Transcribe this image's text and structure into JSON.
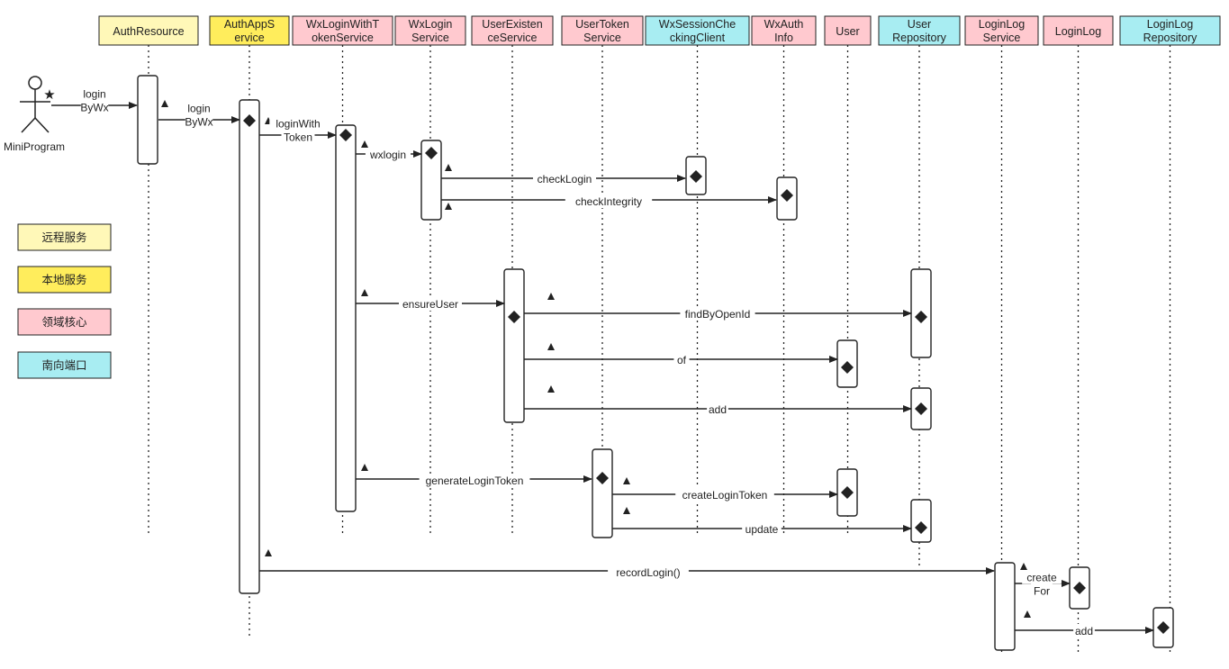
{
  "colors": {
    "remote": "#fff8b8",
    "local": "#ffed5c",
    "domain": "#ffc9cf",
    "port": "#a8edf2",
    "stroke": "#222222"
  },
  "participants": [
    {
      "id": "authResource",
      "lines": [
        "AuthResource"
      ],
      "kind": "remote"
    },
    {
      "id": "authAppService",
      "lines": [
        "AuthAppS",
        "ervice"
      ],
      "kind": "local"
    },
    {
      "id": "wxLoginWithTokenService",
      "lines": [
        "WxLoginWithT",
        "okenService"
      ],
      "kind": "domain"
    },
    {
      "id": "wxLoginService",
      "lines": [
        "WxLogin",
        "Service"
      ],
      "kind": "domain"
    },
    {
      "id": "userExistenceService",
      "lines": [
        "UserExisten",
        "ceService"
      ],
      "kind": "domain"
    },
    {
      "id": "userTokenService",
      "lines": [
        "UserToken",
        "Service"
      ],
      "kind": "domain"
    },
    {
      "id": "wxSessionCheckingClient",
      "lines": [
        "WxSessionChe",
        "ckingClient"
      ],
      "kind": "port"
    },
    {
      "id": "wxAuthInfo",
      "lines": [
        "WxAuth",
        "Info"
      ],
      "kind": "domain"
    },
    {
      "id": "user",
      "lines": [
        "User"
      ],
      "kind": "domain"
    },
    {
      "id": "userRepository",
      "lines": [
        "User",
        "Repository"
      ],
      "kind": "port"
    },
    {
      "id": "loginLogService",
      "lines": [
        "LoginLog",
        "Service"
      ],
      "kind": "domain"
    },
    {
      "id": "loginLog",
      "lines": [
        "LoginLog"
      ],
      "kind": "domain"
    },
    {
      "id": "loginLogRepository",
      "lines": [
        "LoginLog",
        "Repository"
      ],
      "kind": "port"
    }
  ],
  "actor": {
    "label": "MiniProgram"
  },
  "messages": [
    {
      "id": "m1",
      "lines": [
        "login",
        "ByWx"
      ]
    },
    {
      "id": "m2",
      "lines": [
        "login",
        "ByWx"
      ]
    },
    {
      "id": "m3",
      "lines": [
        "loginWith",
        "Token"
      ]
    },
    {
      "id": "m4",
      "lines": [
        "wxlogin"
      ]
    },
    {
      "id": "m5",
      "lines": [
        "checkLogin"
      ]
    },
    {
      "id": "m6",
      "lines": [
        "checkIntegrity"
      ]
    },
    {
      "id": "m7",
      "lines": [
        "ensureUser"
      ]
    },
    {
      "id": "m8",
      "lines": [
        "findByOpenId"
      ]
    },
    {
      "id": "m9",
      "lines": [
        "of"
      ]
    },
    {
      "id": "m10",
      "lines": [
        "add"
      ]
    },
    {
      "id": "m11",
      "lines": [
        "generateLoginToken"
      ]
    },
    {
      "id": "m12",
      "lines": [
        "createLoginToken"
      ]
    },
    {
      "id": "m13",
      "lines": [
        "update"
      ]
    },
    {
      "id": "m14",
      "lines": [
        "recordLogin()"
      ]
    },
    {
      "id": "m15",
      "lines": [
        "create",
        "For"
      ]
    },
    {
      "id": "m16",
      "lines": [
        "add"
      ]
    }
  ],
  "legend": [
    {
      "label": "远程服务",
      "kind": "remote"
    },
    {
      "label": "本地服务",
      "kind": "local"
    },
    {
      "label": "领域核心",
      "kind": "domain"
    },
    {
      "label": "南向端口",
      "kind": "port"
    }
  ]
}
